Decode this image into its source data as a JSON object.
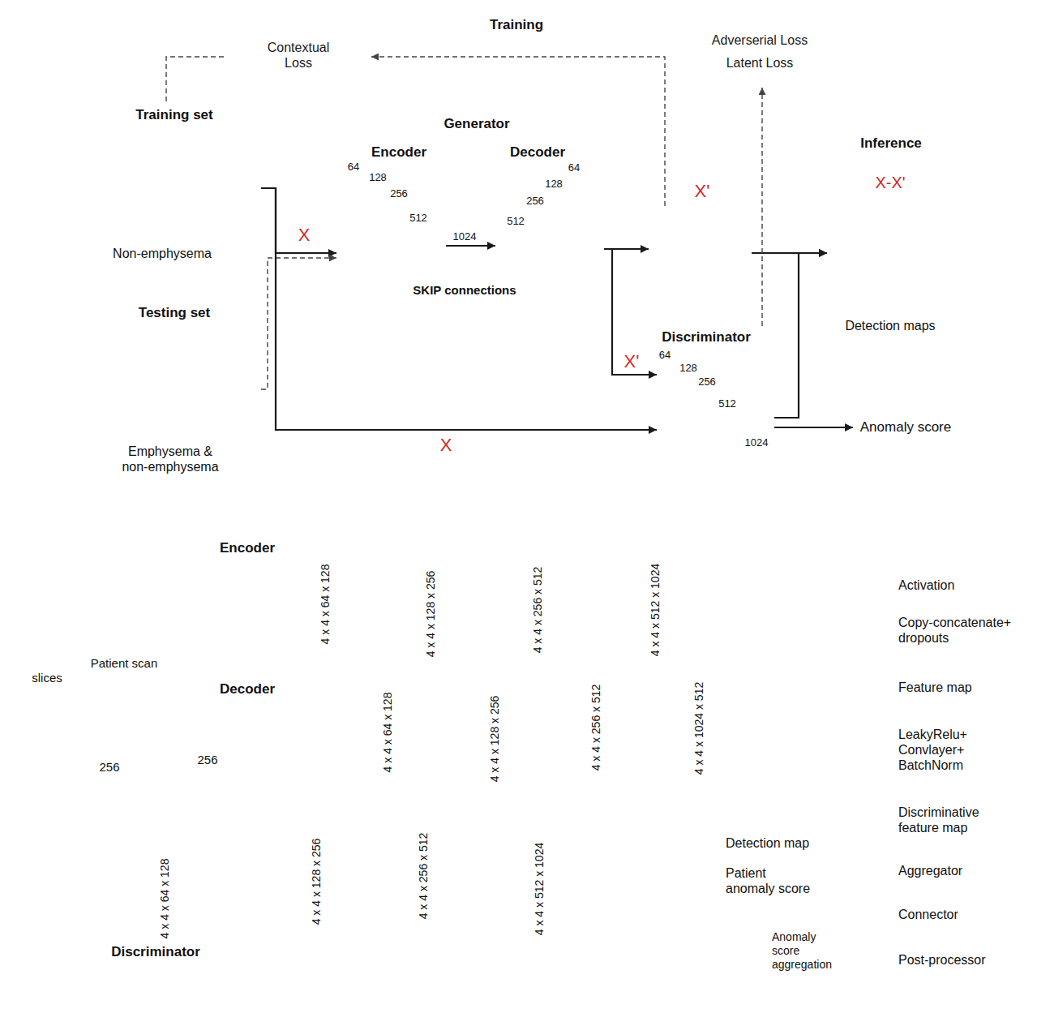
{
  "diagram": {
    "nodes": [
      {
        "text": [
          "Training"
        ]
      },
      {
        "text": [
          "Contextual Loss"
        ],
        "in": 0
      },
      {
        "text": [
          "Adverserial Loss",
          "Latent Loss"
        ],
        "in": 0
      },
      {
        "text": [
          "Training set",
          "Non-emphysema"
        ]
      },
      {
        "text": [
          "Testing set",
          "Emphysema & non-emphysema"
        ]
      },
      {
        "text": [
          "Encoder"
        ]
      },
      {
        "text": [
          "Decoder"
        ]
      },
      {
        "text": [
          "X'"
        ]
      },
      {
        "text": [
          "Discriminator"
        ]
      },
      {
        "text": [
          "Inference"
        ]
      },
      {
        "text": [
          "X-X'",
          "Detection maps"
        ],
        "in": 9
      },
      {
        "text": [
          "Anomaly score"
        ],
        "in": 9
      }
    ],
    "edges": [
      {
        "from": 3,
        "to": 5,
        "arrow": "to",
        "label": "X"
      },
      {
        "from": 4,
        "to": 5,
        "arrow": "to"
      },
      {
        "from": 5,
        "to": 6,
        "arrow": "to"
      },
      {
        "from": 6,
        "to": 7,
        "arrow": "to"
      },
      {
        "from": 6,
        "to": 8,
        "arrow": "to",
        "label": "X'"
      },
      {
        "from": 3,
        "to": 8,
        "arrow": "to",
        "label": "X"
      },
      {
        "from": 7,
        "to": 10,
        "arrow": "to"
      },
      {
        "from": 8,
        "to": 10,
        "arrow": "to"
      },
      {
        "from": 8,
        "to": 11,
        "arrow": "to"
      },
      {
        "from": 7,
        "to": 1,
        "arrow": "to"
      },
      {
        "from": 3,
        "to": 1,
        "arrow": "none"
      },
      {
        "from": 8,
        "to": 2,
        "arrow": "to"
      }
    ],
    "labels": [
      "Generator",
      "64",
      "128",
      "256",
      "512",
      "1024",
      "SKIP connections",
      "512",
      "256",
      "128",
      "64",
      "64",
      "128",
      "256",
      "512",
      "1024",
      "Encoder",
      "Decoder",
      "Discriminator",
      "Patient scan",
      "slices",
      "256",
      "256",
      "4 x 4 x 64 x 128",
      "4 x 4 x 128 x 256",
      "4 x 4 x 256 x 512",
      "4 x 4 x 512 x 1024",
      "4 x 4 x 1024 x 512",
      "4 x 4 x 256 x 512",
      "4 x 4 x 128 x 256",
      "4 x 4 x 64 x 128",
      "4 x 4 x 64 x 128",
      "4 x 4 x 128 x 256",
      "4 x 4 x 256 x 512",
      "4 x 4 x 512 x 1024",
      "Detection map",
      "Patient anomaly score",
      "Anomaly score aggregation"
    ],
    "legend": [
      {
        "text": "Activation"
      },
      {
        "text": "Copy-concatenate+ dropouts"
      },
      {
        "text": "Feature map"
      },
      {
        "text": "LeakyRelu+ Convlayer+ BatchNorm"
      },
      {
        "text": "Discriminative feature map"
      },
      {
        "text": "Aggregator"
      },
      {
        "text": "Connector"
      },
      {
        "text": "Post-processor"
      }
    ]
  }
}
